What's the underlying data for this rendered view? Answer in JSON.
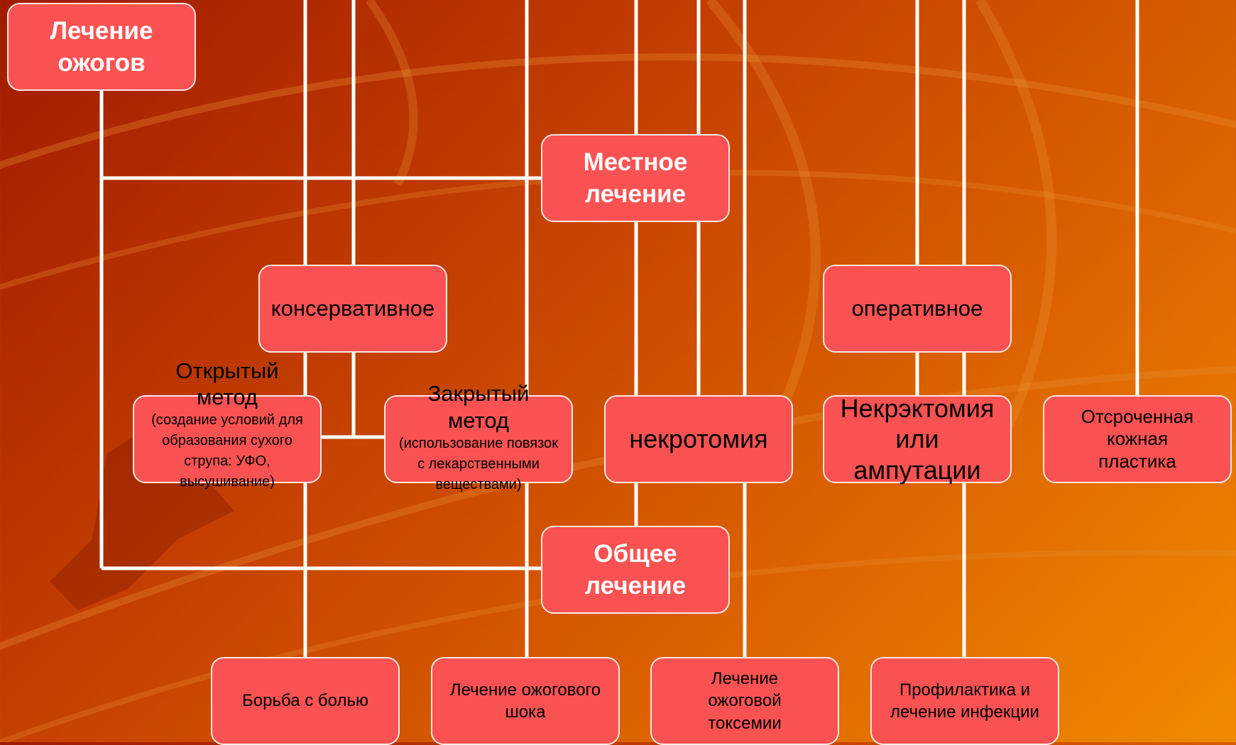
{
  "diagram": {
    "root": "Лечение ожогов",
    "local": "Местное лечение",
    "general": "Общее лечение",
    "conservative": "консервативное",
    "operative": "оперативное",
    "open_method": {
      "title": "Открытый метод",
      "detail": "(создание условий для образования сухого струпа: УФО, высушивание)"
    },
    "closed_method": {
      "title": "Закрытый метод",
      "detail": "(использование повязок с лекарственными веществами)"
    },
    "necrotomy": "некротомия",
    "necrectomy": "Некрэктомия или ампутации",
    "skin_grafting": "Отсроченная кожная пластика",
    "pain": "Борьба с болью",
    "shock": "Лечение ожогового шока",
    "toxemia": "Лечение ожоговой токсемии",
    "infection": "Профилактика и лечение инфекции"
  },
  "colors": {
    "box_fill": "#fa5252",
    "box_border": "#fde7e2",
    "connector": "#ffffff",
    "background_dark": "#a01a00",
    "background_light": "#f08a00"
  }
}
